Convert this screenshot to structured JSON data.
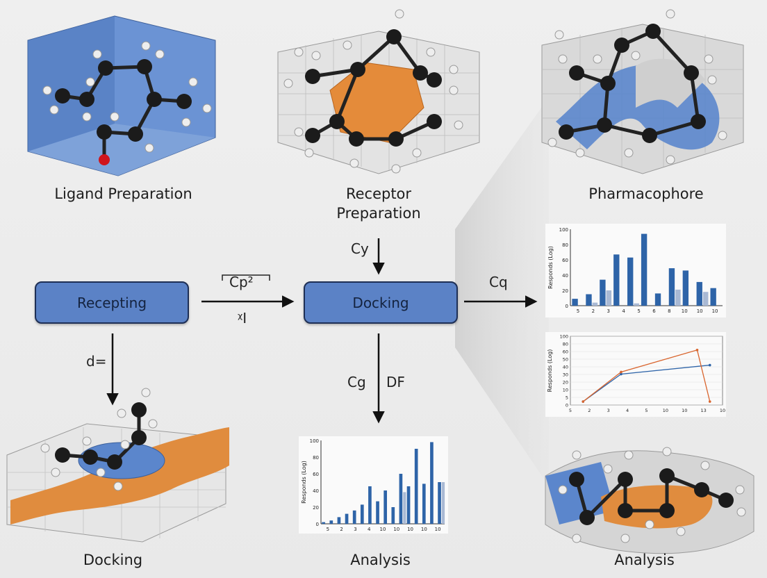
{
  "captions": {
    "ligand_prep": "Ligand Preparation",
    "receptor_prep": "Receptor\nPreparation",
    "pharmacophore": "Pharmacophore",
    "docking": "Docking",
    "analysis_mid": "Analysis",
    "analysis_right": "Analysis"
  },
  "nodes": {
    "recepting": "Recepting",
    "docking": "Docking"
  },
  "edge_labels": {
    "cp2": "Cp²",
    "xi": "ᵡI",
    "cy": "Cy",
    "cq": "Cq",
    "d_eq": "d=",
    "cg": "Cg",
    "df": "DF"
  },
  "colors": {
    "node_fill": "#5b82c6",
    "bar_blue": "#2e64a8",
    "bar_light": "#a9b9d4",
    "line_orange": "#d9652e",
    "surface_blue": "#5b86cc",
    "surface_orange": "#e08c3e"
  },
  "chart_data": [
    {
      "type": "bar",
      "ylabel": "Responds (Log)",
      "ylim": [
        0,
        100
      ],
      "yticks": [
        "100",
        "80",
        "60",
        "40",
        "20",
        "0"
      ],
      "categories": [
        "5",
        "2",
        "3",
        "4",
        "5",
        "6",
        "8",
        "10",
        "10",
        "10"
      ],
      "series": [
        {
          "values": [
            9,
            15,
            34,
            67,
            63,
            94,
            16,
            49,
            46,
            31,
            23
          ]
        },
        {
          "values": [
            0,
            4,
            20,
            0,
            3,
            0,
            0,
            21,
            0,
            18,
            0
          ]
        }
      ]
    },
    {
      "type": "line",
      "ylabel": "Responds (Log)",
      "ylim": [
        0,
        100
      ],
      "yticks": [
        "100",
        "80",
        "60",
        "50",
        "40",
        "30",
        "20",
        "10",
        "5",
        "0"
      ],
      "xticks": [
        "5",
        "2",
        "3",
        "4",
        "5",
        "10",
        "10",
        "13",
        "10"
      ],
      "series": [
        {
          "color": "#2e64a8",
          "values": [
            [
              2,
              5
            ],
            [
              5,
              45
            ],
            [
              12,
              58
            ]
          ]
        },
        {
          "color": "#d9652e",
          "values": [
            [
              2,
              5
            ],
            [
              5,
              48
            ],
            [
              11,
              80
            ],
            [
              12,
              5
            ]
          ]
        }
      ]
    },
    {
      "type": "bar",
      "ylabel": "Responds (Log)",
      "ylim": [
        0,
        100
      ],
      "yticks": [
        "100",
        "80",
        "60",
        "40",
        "20",
        "0"
      ],
      "categories": [
        "5",
        "2",
        "3",
        "4",
        "10",
        "10",
        "10",
        "10",
        "10"
      ],
      "series": [
        {
          "values": [
            2,
            4,
            8,
            12,
            16,
            23,
            45,
            27,
            40,
            20,
            60,
            45,
            90,
            48,
            98,
            50
          ]
        },
        {
          "values": [
            0,
            0,
            0,
            0,
            0,
            0,
            0,
            0,
            0,
            0,
            38,
            0,
            0,
            0,
            0,
            50
          ]
        }
      ]
    }
  ]
}
